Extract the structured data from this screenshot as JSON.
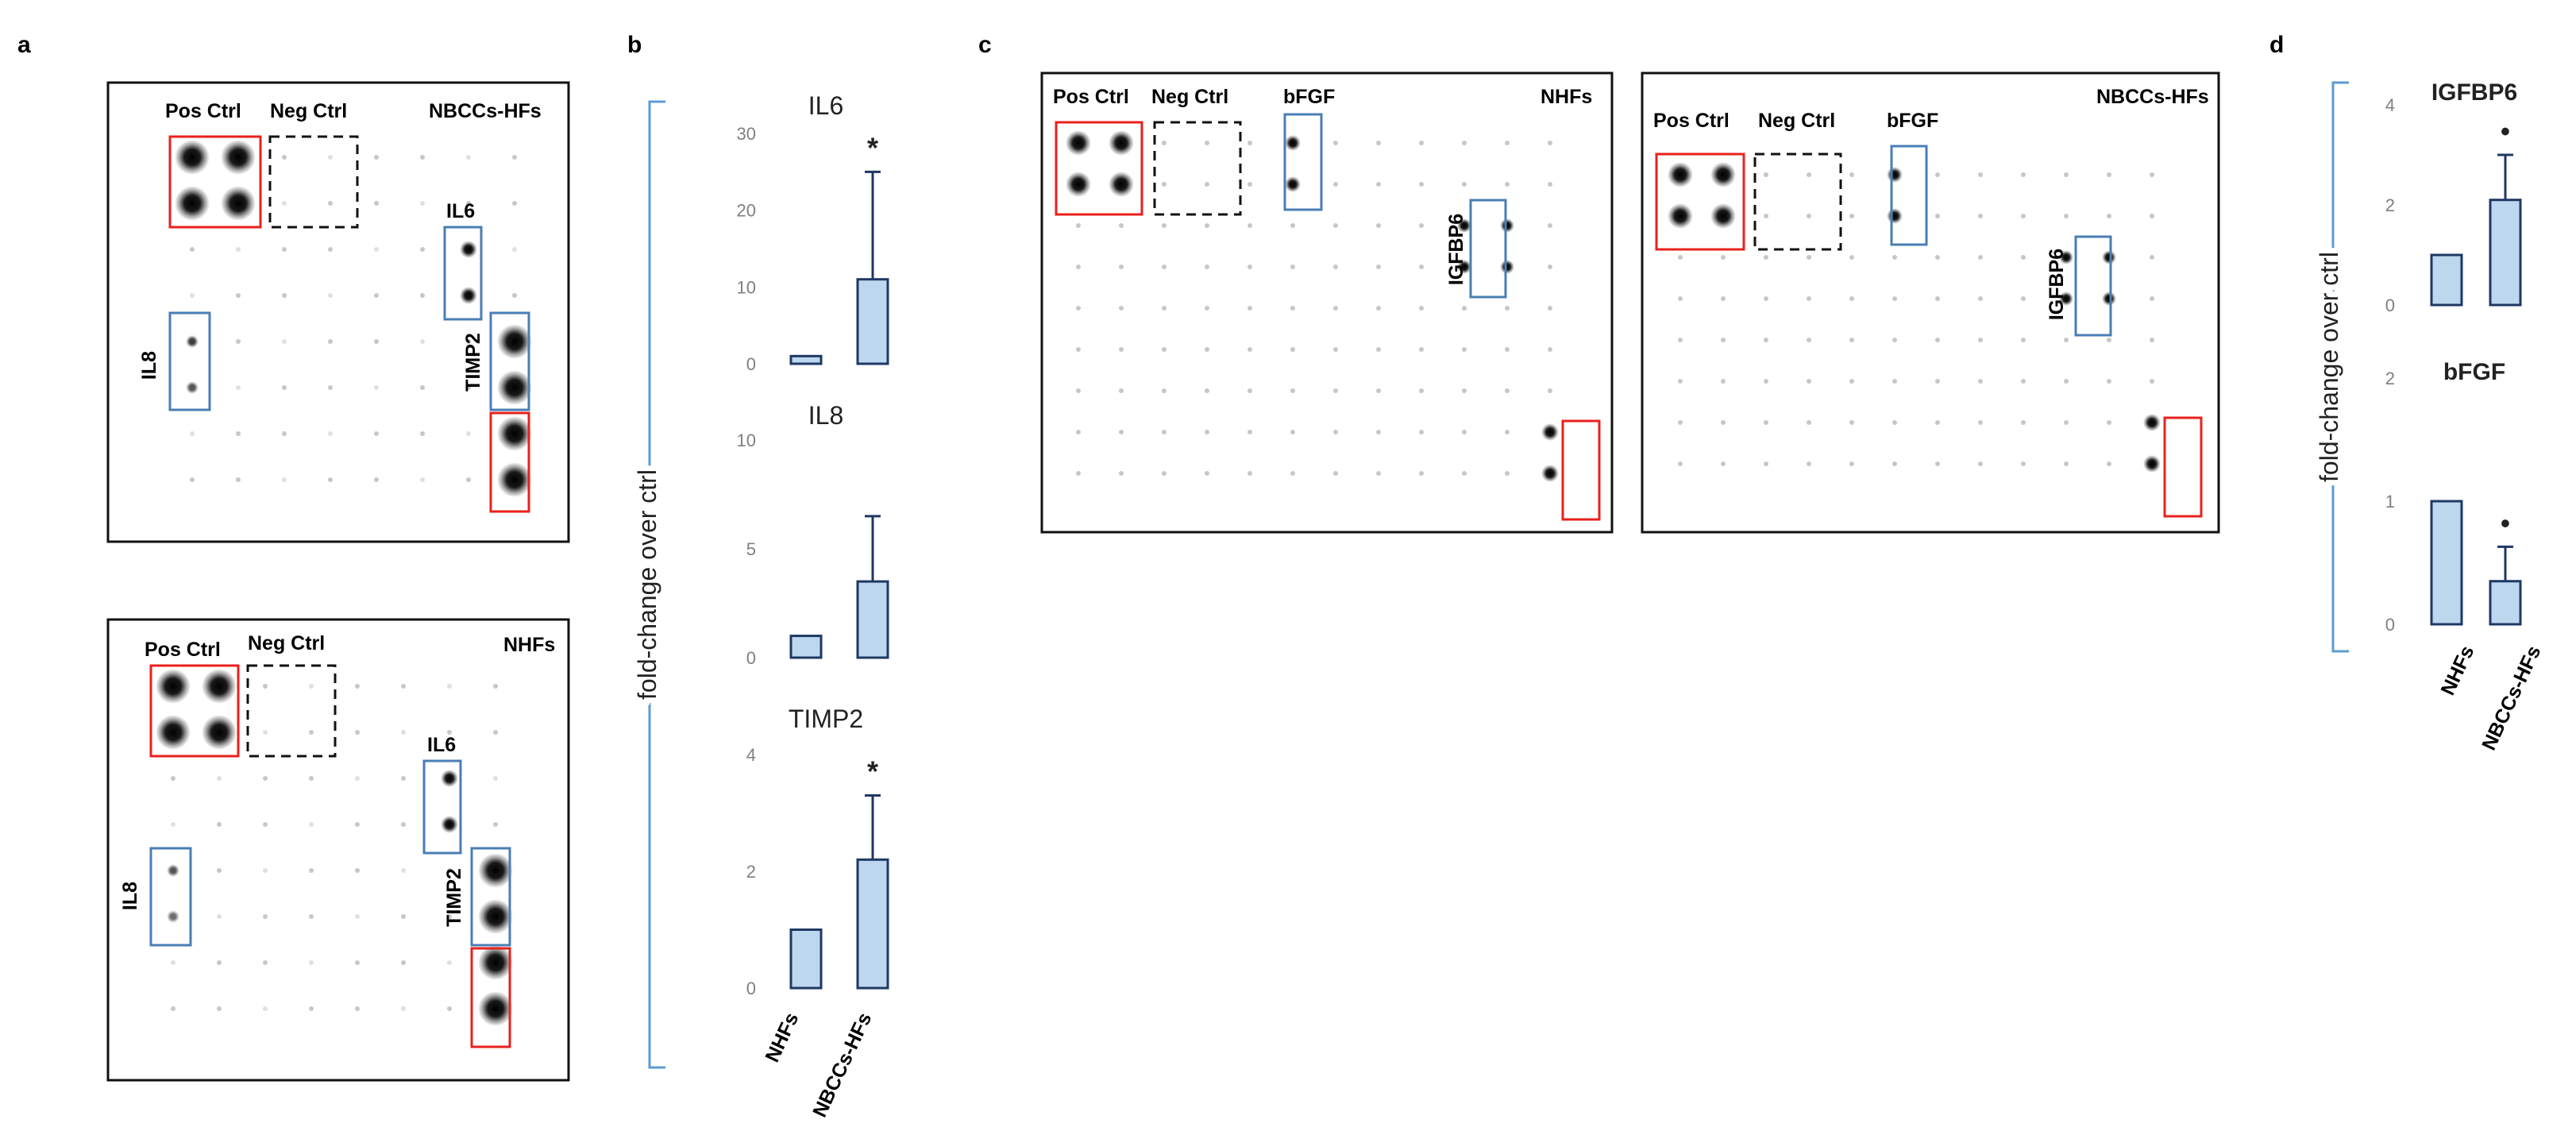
{
  "panel_letters": {
    "a": "a",
    "b": "b",
    "c": "c",
    "d": "d"
  },
  "colors": {
    "box_red": "#e8211d",
    "box_blue": "#4a7eb5",
    "bar_fill": "#bdd7ee",
    "bar_stroke": "#1f3864",
    "bracket": "#5b9bd5",
    "axis_tick_text": "#7f7f7f",
    "text": "#222222"
  },
  "panel_a": {
    "top": {
      "title": "NBCCs-HFs",
      "pos_ctrl": "Pos Ctrl",
      "neg_ctrl": "Neg  Ctrl",
      "il6": "IL6",
      "il8": "IL8",
      "timp2": "TIMP2"
    },
    "bottom": {
      "title": "NHFs",
      "pos_ctrl": "Pos Ctrl",
      "neg_ctrl": "Neg  Ctrl",
      "il6": "IL6",
      "il8": "IL8",
      "timp2": "TIMP2"
    }
  },
  "panel_c": {
    "left": {
      "title": "NHFs",
      "pos_ctrl": "Pos Ctrl",
      "neg_ctrl": "Neg  Ctrl",
      "bfgf": "bFGF",
      "igfbp6": "IGFBP6"
    },
    "right": {
      "title": "NBCCs-HFs",
      "pos_ctrl": "Pos Ctrl",
      "neg_ctrl": "Neg  Ctrl",
      "bfgf": "bFGF",
      "igfbp6": "IGFBP6"
    }
  },
  "panel_b": {
    "ylabel": "fold-change over ctrl",
    "categories": [
      "NHFs",
      "NBCCs-HFs"
    ]
  },
  "panel_d": {
    "ylabel": "fold-change over ctrl",
    "categories": [
      "NHFs",
      "NBCCs-HFs"
    ]
  },
  "chart_data": [
    {
      "type": "bar",
      "panel": "b",
      "title": "IL6",
      "categories": [
        "NHFs",
        "NBCCs-HFs"
      ],
      "values": [
        1,
        11
      ],
      "error": [
        0,
        14
      ],
      "ylim": [
        0,
        30
      ],
      "yticks": [
        0,
        10,
        20,
        30
      ],
      "significance": [
        "",
        "*"
      ]
    },
    {
      "type": "bar",
      "panel": "b",
      "title": "IL8",
      "categories": [
        "NHFs",
        "NBCCs-HFs"
      ],
      "values": [
        1,
        3.5
      ],
      "error": [
        0,
        3
      ],
      "ylim": [
        0,
        10
      ],
      "yticks": [
        0,
        5,
        10
      ],
      "significance": [
        "",
        ""
      ]
    },
    {
      "type": "bar",
      "panel": "b",
      "title": "TIMP2",
      "categories": [
        "NHFs",
        "NBCCs-HFs"
      ],
      "values": [
        1,
        2.2
      ],
      "error": [
        0,
        1.1
      ],
      "ylim": [
        0,
        4
      ],
      "yticks": [
        0,
        2,
        4
      ],
      "significance": [
        "",
        "*"
      ]
    },
    {
      "type": "bar",
      "panel": "d",
      "title": "IGFBP6",
      "categories": [
        "NHFs",
        "NBCCs-HFs"
      ],
      "values": [
        1,
        2.1
      ],
      "error": [
        0,
        0.9
      ],
      "ylim": [
        0,
        4
      ],
      "yticks": [
        0,
        2,
        4
      ],
      "significance": [
        "",
        "•"
      ]
    },
    {
      "type": "bar",
      "panel": "d",
      "title": "bFGF",
      "categories": [
        "NHFs",
        "NBCCs-HFs"
      ],
      "values": [
        1,
        0.35
      ],
      "error": [
        0,
        0.28
      ],
      "ylim": [
        0,
        2
      ],
      "yticks": [
        0,
        1,
        2
      ],
      "significance": [
        "",
        "•"
      ]
    }
  ]
}
